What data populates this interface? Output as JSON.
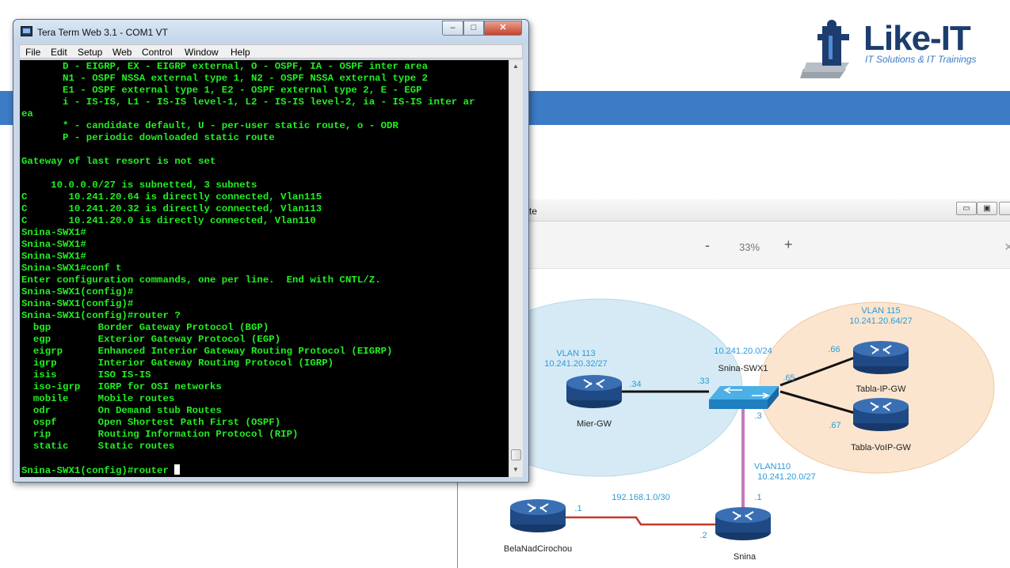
{
  "logo": {
    "title": "Like-IT",
    "subtitle": "IT Solutions & IT Trainings"
  },
  "terminal": {
    "title": "Tera Term Web 3.1 - COM1 VT",
    "menu": [
      "File",
      "Edit",
      "Setup",
      "Web",
      "Control",
      "Window",
      "Help"
    ],
    "lines": [
      "       D - EIGRP, EX - EIGRP external, O - OSPF, IA - OSPF inter area",
      "       N1 - OSPF NSSA external type 1, N2 - OSPF NSSA external type 2",
      "       E1 - OSPF external type 1, E2 - OSPF external type 2, E - EGP",
      "       i - IS-IS, L1 - IS-IS level-1, L2 - IS-IS level-2, ia - IS-IS inter ar",
      "ea",
      "       * - candidate default, U - per-user static route, o - ODR",
      "       P - periodic downloaded static route",
      "",
      "Gateway of last resort is not set",
      "",
      "     10.0.0.0/27 is subnetted, 3 subnets",
      "C       10.241.20.64 is directly connected, Vlan115",
      "C       10.241.20.32 is directly connected, Vlan113",
      "C       10.241.20.0 is directly connected, Vlan110",
      "Snina-SWX1#",
      "Snina-SWX1#",
      "Snina-SWX1#",
      "Snina-SWX1#conf t",
      "Enter configuration commands, one per line.  End with CNTL/Z.",
      "Snina-SWX1(config)#",
      "Snina-SWX1(config)#",
      "Snina-SWX1(config)#router ?",
      "  bgp        Border Gateway Protocol (BGP)",
      "  egp        Exterior Gateway Protocol (EGP)",
      "  eigrp      Enhanced Interior Gateway Routing Protocol (EIGRP)",
      "  igrp       Interior Gateway Routing Protocol (IGRP)",
      "  isis       ISO IS-IS",
      "  iso-igrp   IGRP for OSI networks",
      "  mobile     Mobile routes",
      "  odr        On Demand stub Routes",
      "  ospf       Open Shortest Path First (OSPF)",
      "  rip        Routing Information Protocol (RIP)",
      "  static     Static routes",
      "",
      "Snina-SWX1(config)#router "
    ]
  },
  "viewer": {
    "title_fragment": "te",
    "zoom_minus": "-",
    "zoom_level": "33%",
    "zoom_plus": "+",
    "close_glyph": "×"
  },
  "diagram": {
    "vlan113": {
      "name": "VLAN 113",
      "subnet": "10.241.20.32/27"
    },
    "vlan115": {
      "name": "VLAN 115",
      "subnet": "10.241.20.64/27"
    },
    "vlan110": {
      "name": "VLAN110",
      "subnet": "10.241.20.0/27"
    },
    "switch": {
      "name": "Snina-SWX1",
      "subnet": "10.241.20.0/24"
    },
    "routers": {
      "mier": "Mier-GW",
      "tabla_ip": "Tabla-IP-GW",
      "tabla_voip": "Tabla-VoIP-GW",
      "snina": "Snina",
      "bela": "BelaNadCirochou"
    },
    "wan_subnet": "192.168.1.0/30",
    "ifaces": {
      "mier": ".34",
      "sw_left": ".33",
      "sw_right": ".65",
      "sw_bottom": ".3",
      "tabla_ip": ".66",
      "tabla_voip": ".67",
      "snina_top": ".1",
      "bela": ".1",
      "snina_left": ".2"
    }
  }
}
